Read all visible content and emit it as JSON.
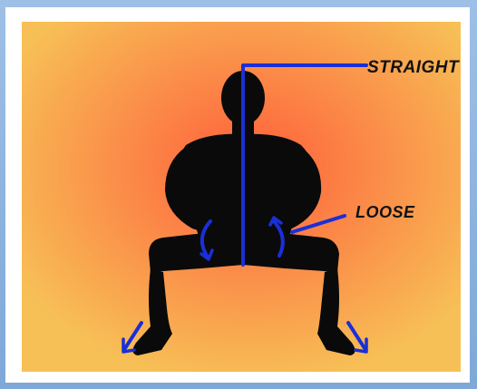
{
  "labels": {
    "straight": "STRAIGHT",
    "loose": "LOOSE"
  },
  "colors": {
    "background_center": "#ff6a3d",
    "background_edge": "#f9c15a",
    "silhouette": "#0a0a0a",
    "annotation": "#1a2fd8"
  },
  "icons": {
    "figure": "kneeling-person-silhouette",
    "arrows": [
      "curved-arrow",
      "curved-arrow",
      "diagonal-arrow",
      "diagonal-arrow"
    ]
  }
}
